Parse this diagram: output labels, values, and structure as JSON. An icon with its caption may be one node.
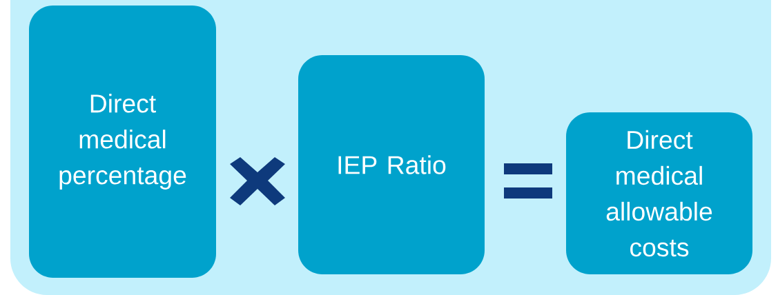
{
  "diagram": {
    "nodes": [
      {
        "text": [
          "Direct medical percentage"
        ]
      },
      {
        "text": [
          "IEP Ratio"
        ]
      },
      {
        "text": [
          "Direct medical allowable costs"
        ]
      }
    ]
  }
}
